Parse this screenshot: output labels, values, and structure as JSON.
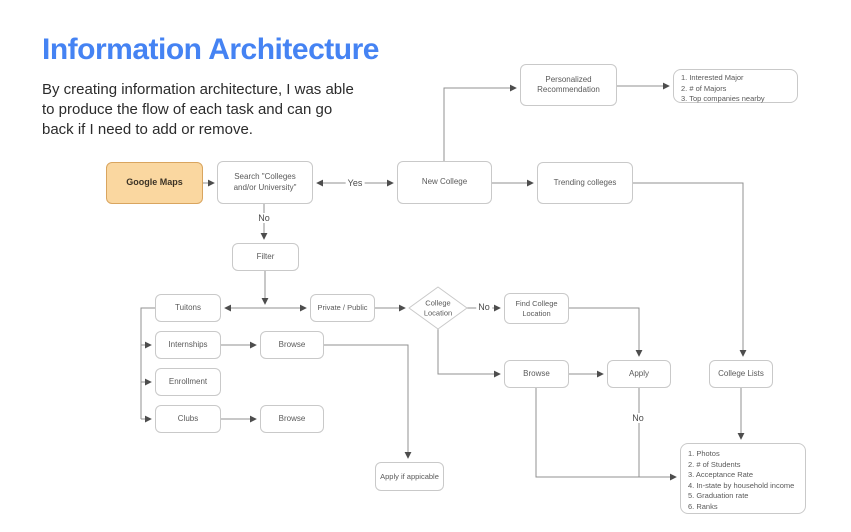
{
  "header": {
    "title": "Information Architecture",
    "description": {
      "lines": [
        "By creating information architecture, I was able",
        "to produce the flow of each task and can go",
        "back if I need to add or remove."
      ]
    }
  },
  "colors": {
    "accent_blue": "#4583F3",
    "text_dark": "#2b2b2b",
    "node_border": "#c9c9c9",
    "node_text": "#5a5a5a",
    "orange_fill": "#FAD7A0",
    "orange_border": "#D9A55F",
    "edge_line": "#919191",
    "arrowhead": "#4d4d4d"
  },
  "flowchart": {
    "nodes": {
      "google_maps": "Google Maps",
      "search": "Search \"Colleges and/or University\"",
      "new_college": "New College",
      "personalized_recommendation": "Personalized Recommendation",
      "trending_colleges": "Trending colleges",
      "filter": "Filter",
      "tuitons": "Tuitons",
      "private_public": "Private / Public",
      "internships": "Internships",
      "browse_internships": "Browse",
      "enrollment": "Enrollment",
      "clubs": "Clubs",
      "browse_clubs": "Browse",
      "college_location": "College Location",
      "find_college_location": "Find College Location",
      "browse_location": "Browse",
      "apply": "Apply",
      "college_lists": "College Lists",
      "apply_if_applicable": "Apply if appicable",
      "recommendation_list": {
        "lines": [
          "1. Interested Major",
          "2. # of Majors",
          "3. Top companies nearby"
        ]
      },
      "college_details_list": {
        "lines": [
          "1. Photos",
          "2. # of Students",
          "3. Acceptance Rate",
          "4. In-state by household income",
          "5. Graduation rate",
          "6. Ranks"
        ]
      }
    },
    "edge_labels": {
      "search_yes": "Yes",
      "search_no": "No",
      "location_no": "No",
      "apply_no": "No"
    }
  }
}
